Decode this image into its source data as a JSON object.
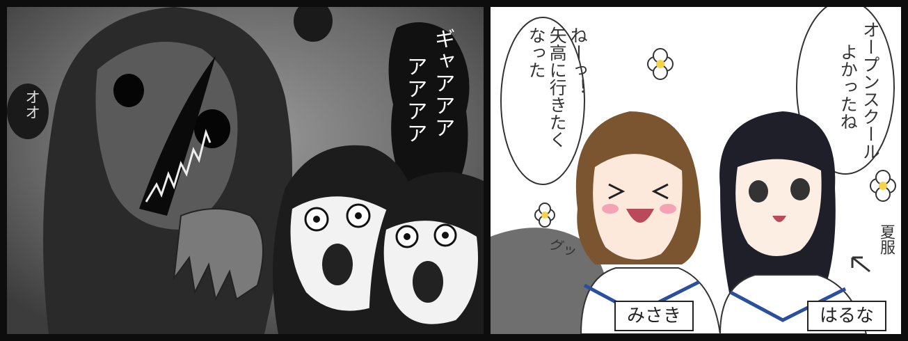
{
  "left_panel": {
    "scream_col1": "ギャアアア",
    "scream_col2": "アアアア",
    "sfx_left": "オオ"
  },
  "right_panel": {
    "bubble_right_col1": "オープンスクール",
    "bubble_right_col2": "よかったね",
    "bubble_left_col1": "ねーっ！",
    "bubble_left_col2": "矢高に行きたく",
    "bubble_left_col3": "なった",
    "summer_label": "夏服",
    "sfx_thumb": "グッ",
    "name_left": "みさき",
    "name_right": "はるな"
  }
}
